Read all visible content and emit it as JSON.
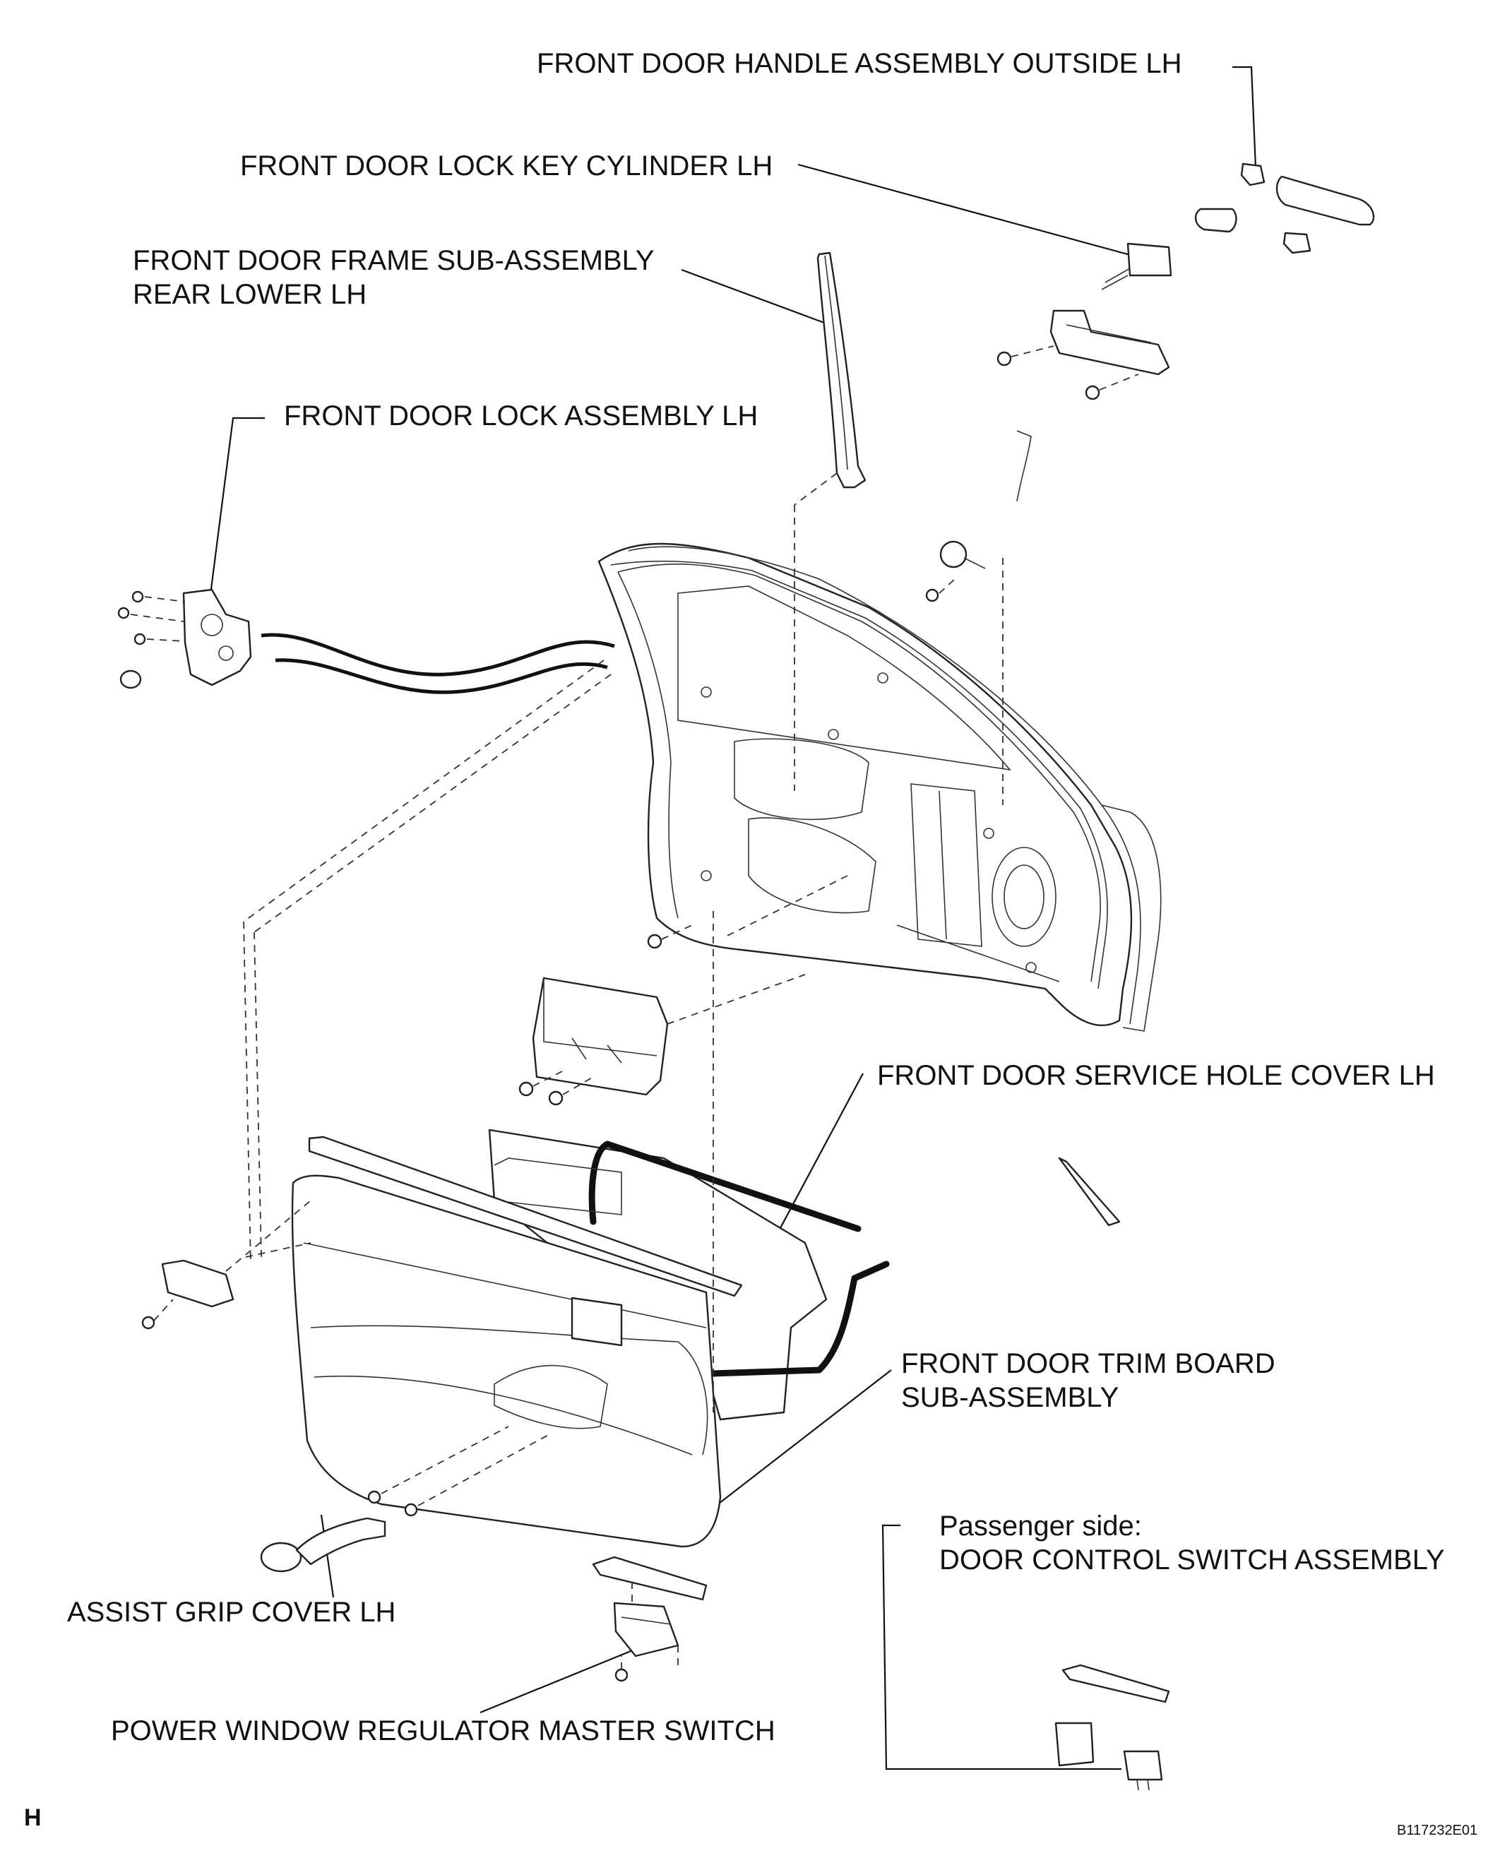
{
  "labels": {
    "handle_outside": "FRONT DOOR HANDLE ASSEMBLY OUTSIDE LH",
    "key_cylinder": "FRONT DOOR LOCK KEY CYLINDER LH",
    "frame_sub_line1": "FRONT DOOR FRAME SUB-ASSEMBLY",
    "frame_sub_line2": "REAR LOWER LH",
    "lock_assembly": "FRONT DOOR LOCK ASSEMBLY LH",
    "service_hole_cover": "FRONT DOOR SERVICE HOLE COVER LH",
    "trim_board_line1": "FRONT DOOR TRIM BOARD",
    "trim_board_line2": "SUB-ASSEMBLY",
    "passenger_line1": "Passenger side:",
    "passenger_line2": "DOOR CONTROL SWITCH ASSEMBLY",
    "assist_grip": "ASSIST GRIP COVER LH",
    "master_switch": "POWER WINDOW REGULATOR MASTER SWITCH"
  },
  "corner": {
    "letter": "H",
    "figure_code": "B117232E01"
  }
}
